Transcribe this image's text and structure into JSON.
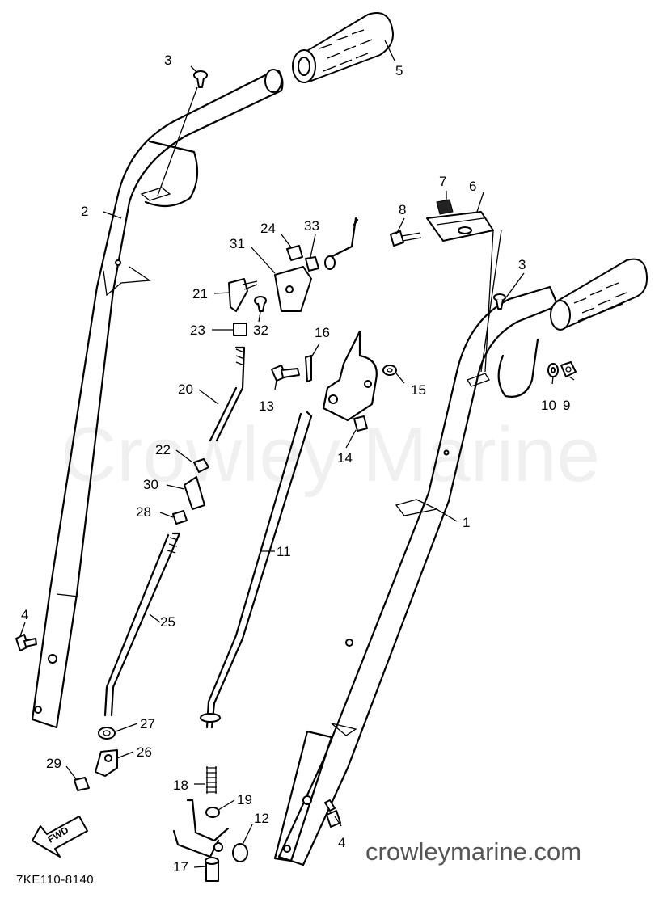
{
  "watermark": "Crowley Marine",
  "website": "crowleymarine.com",
  "diagram_code": "7KE110-8140",
  "fwd_label": "FWD",
  "callouts": [
    "1",
    "2",
    "3",
    "3",
    "4",
    "4",
    "5",
    "6",
    "7",
    "8",
    "9",
    "10",
    "11",
    "12",
    "13",
    "14",
    "15",
    "16",
    "17",
    "18",
    "19",
    "20",
    "21",
    "22",
    "23",
    "24",
    "25",
    "26",
    "27",
    "28",
    "29",
    "30",
    "31",
    "32",
    "33"
  ],
  "colors": {
    "line": "#000000",
    "background": "#ffffff",
    "watermark": "#e8e8e8",
    "website": "#555555"
  }
}
